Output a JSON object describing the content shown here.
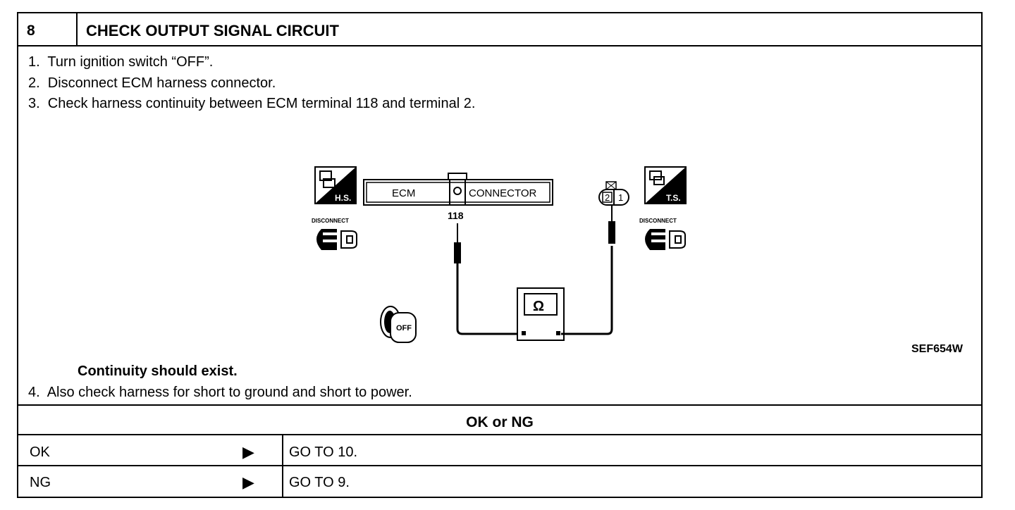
{
  "header": {
    "step_number": "8",
    "title": "CHECK OUTPUT SIGNAL CIRCUIT"
  },
  "steps": [
    "1.  Turn ignition switch “OFF”.",
    "2.  Disconnect ECM harness connector.",
    "3.  Check harness continuity between ECM terminal 118 and terminal 2."
  ],
  "diagram": {
    "ecm_label": "ECM",
    "connector_label": "CONNECTOR",
    "terminal_label": "118",
    "hs_label": "H.S.",
    "ts_label": "T.S.",
    "disconnect_left": "DISCONNECT",
    "disconnect_right": "DISCONNECT",
    "pin_2": "2",
    "pin_1": "1",
    "meter_symbol": "Ω",
    "ignition_label": "OFF",
    "figure_id": "SEF654W"
  },
  "result_text": "Continuity should exist.",
  "step4": "4.  Also check harness for short to ground and short to power.",
  "ok_ng_label": "OK or NG",
  "rows": [
    {
      "label": "OK",
      "arrow": "▶",
      "action": "GO TO 10."
    },
    {
      "label": "NG",
      "arrow": "▶",
      "action": "GO TO 9."
    }
  ]
}
